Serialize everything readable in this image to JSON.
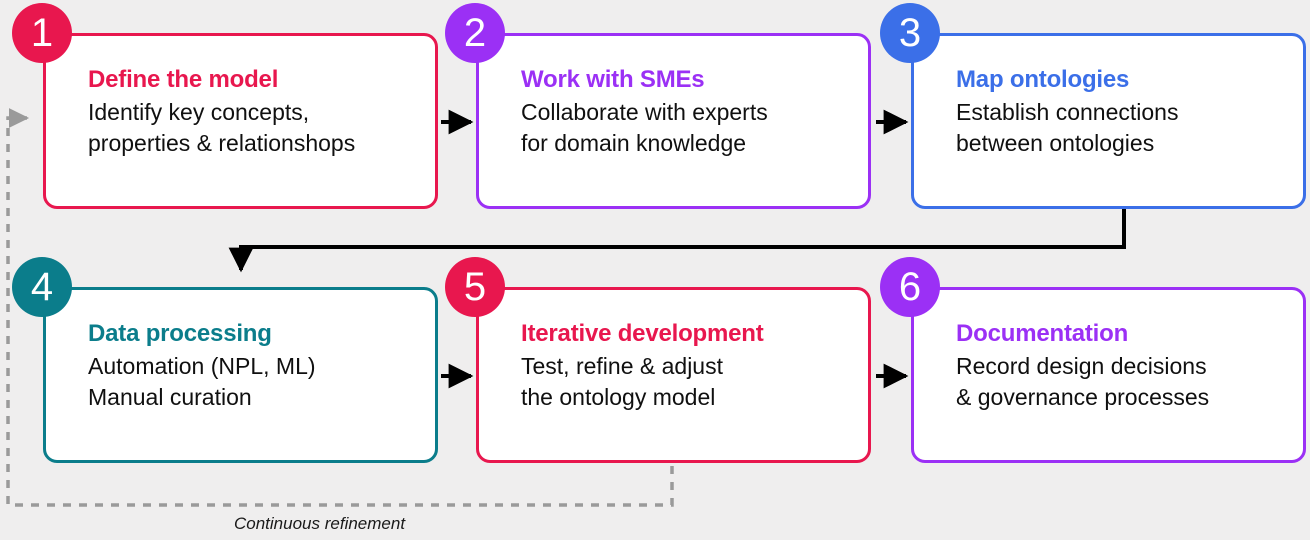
{
  "diagram": {
    "background": "#efeeee",
    "caption": "Continuous refinement",
    "colors": {
      "crimson": "#E8174E",
      "purple": "#9B30F5",
      "blue": "#3B6FE8",
      "teal": "#0B7D8B",
      "arrow": "#000000",
      "loop": "#9a9a9a"
    },
    "steps": [
      {
        "number": "1",
        "title": "Define the model",
        "body": "Identify key concepts,\nproperties & relationshops",
        "color": "#E8174E"
      },
      {
        "number": "2",
        "title": "Work with SMEs",
        "body": "Collaborate with experts\nfor domain knowledge",
        "color": "#9B30F5"
      },
      {
        "number": "3",
        "title": "Map ontologies",
        "body": "Establish connections\nbetween ontologies",
        "color": "#3B6FE8"
      },
      {
        "number": "4",
        "title": "Data processing",
        "body": "Automation (NPL, ML)\nManual curation",
        "color": "#0B7D8B"
      },
      {
        "number": "5",
        "title": "Iterative development",
        "body": "Test, refine & adjust\nthe ontology model",
        "color": "#E8174E"
      },
      {
        "number": "6",
        "title": "Documentation",
        "body": "Record design decisions\n& governance processes",
        "color": "#9B30F5"
      }
    ]
  }
}
